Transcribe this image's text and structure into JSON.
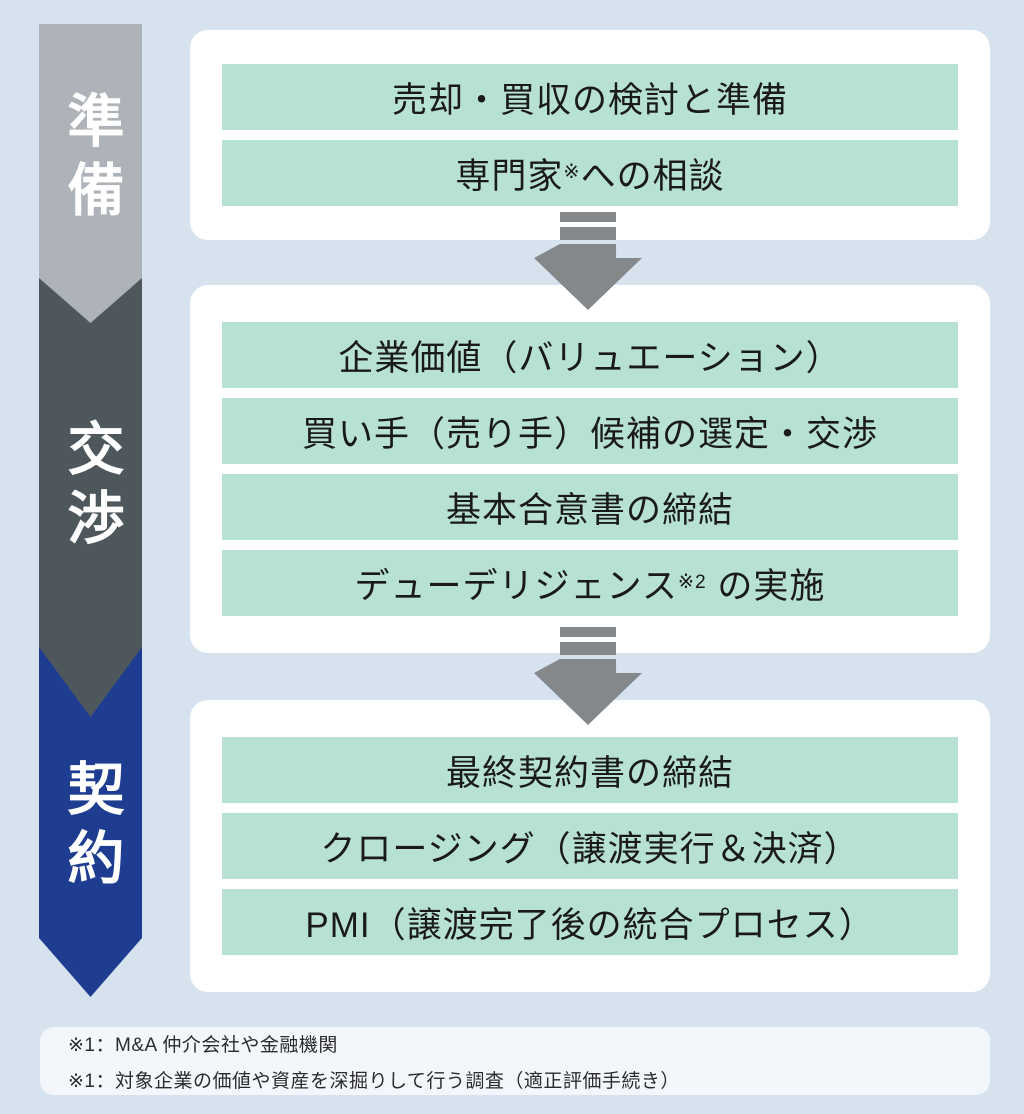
{
  "colors": {
    "background": "#D6E3EF",
    "card": "#FFFFFF",
    "step_green": "#B7E1D3",
    "phase_prep": "#AEB3B9",
    "phase_nego": "#4E585C",
    "phase_contract": "#1E3D91",
    "connector": "#84888B",
    "footnote_bg": "#F3F7FB",
    "step_text": "#1A1A1A",
    "phase_text": "#FFFFFF",
    "footnote_text": "#2B2B2B"
  },
  "phase_arrow": {
    "segments": [
      {
        "label": "準備"
      },
      {
        "label": "交渉"
      },
      {
        "label": "契約"
      }
    ]
  },
  "cards": [
    {
      "steps": [
        {
          "pre": "売却・買収の検討と準備"
        },
        {
          "pre": "専門家",
          "sup": "※",
          "post": "への相談"
        }
      ]
    },
    {
      "steps": [
        {
          "pre": "企業価値（バリュエーション）"
        },
        {
          "pre": "買い手（売り手）候補の選定・交渉"
        },
        {
          "pre": "基本合意書の締結"
        },
        {
          "pre": "デューデリジェンス",
          "sup": "※2",
          "post": " の実施"
        }
      ]
    },
    {
      "steps": [
        {
          "pre": "最終契約書の締結"
        },
        {
          "pre": "クロージング（譲渡実行＆決済）"
        },
        {
          "pre": "PMI（譲渡完了後の統合プロセス）"
        }
      ]
    }
  ],
  "footnotes": [
    "※1：M&A 仲介会社や金融機関",
    "※1：対象企業の価値や資産を深掘りして行う調査（適正評価手続き）"
  ]
}
